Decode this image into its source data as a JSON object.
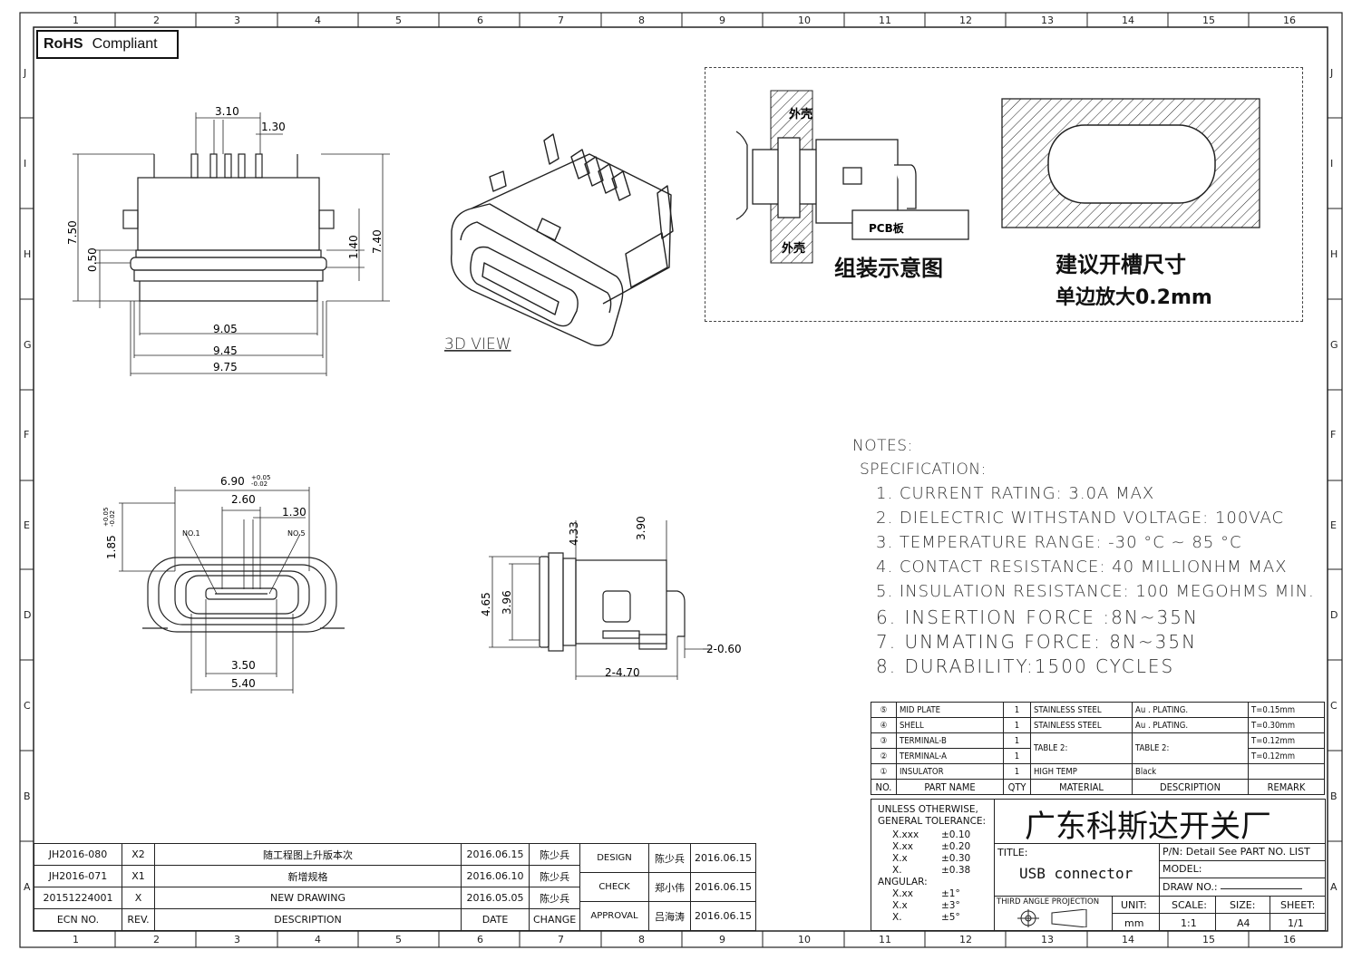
{
  "badge": {
    "rohs_bold": "RoHS",
    "rohs_text": "Compliant"
  },
  "grid": {
    "cols": [
      "1",
      "2",
      "3",
      "4",
      "5",
      "6",
      "7",
      "8",
      "9",
      "10",
      "11",
      "12",
      "13",
      "14",
      "15",
      "16"
    ],
    "rows": [
      "J",
      "I",
      "H",
      "G",
      "F",
      "E",
      "D",
      "C",
      "B",
      "A"
    ]
  },
  "views": {
    "top": {
      "d1": "3.10",
      "d2": "1.30",
      "h1": "7.50",
      "h2": "0.50",
      "h3": "1.40",
      "h4": "7.40",
      "w1": "9.05",
      "w2": "9.45",
      "w3": "9.75"
    },
    "iso_label": "3D VIEW",
    "front": {
      "w1": "6.90",
      "tol1a": "+0.05",
      "tol1b": "-0.02",
      "w2": "2.60",
      "w3": "1.30",
      "h1": "1.85",
      "tol2a": "+0.05",
      "tol2b": "-0.02",
      "pin1": "NO.1",
      "pin5": "NO.5",
      "b1": "3.50",
      "b2": "5.40"
    },
    "side": {
      "t1": "4.33",
      "t2": "3.90",
      "h1": "4.65",
      "h2": "3.96",
      "d1": "2-0.60",
      "d2": "2-4.70"
    }
  },
  "detail": {
    "shell_top": "外壳",
    "shell_bottom": "外壳",
    "pcb": "PCB板",
    "assembly_caption": "组装示意图",
    "slot_caption1": "建议开槽尺寸",
    "slot_caption2": "单边放大0.2mm"
  },
  "notes": {
    "title": "NOTES:",
    "subtitle": "SPECIFICATION:",
    "items": [
      "1. CURRENT RATING: 3.0A MAX",
      "2. DIELECTRIC WITHSTAND VOLTAGE: 100VAC",
      "3. TEMPERATURE RANGE: -30 °C ~ 85 °C",
      "4. CONTACT RESISTANCE: 40 MILLIONHM MAX",
      "5. INSULATION RESISTANCE: 100 MEGOHMS MIN.",
      "6. INSERTION FORCE :8N~35N",
      "7. UNMATING FORCE: 8N~35N",
      "8. DURABILITY:1500 CYCLES"
    ]
  },
  "bom": {
    "rows": [
      {
        "no": "⑤",
        "part": "MID PLATE",
        "qty": "1",
        "material": "STAINLESS STEEL",
        "desc": "Au . PLATING.",
        "remark": "T=0.15mm"
      },
      {
        "no": "④",
        "part": "SHELL",
        "qty": "1",
        "material": "STAINLESS STEEL",
        "desc": "Au . PLATING.",
        "remark": "T=0.30mm"
      },
      {
        "no": "③",
        "part": "TERMINAL-B",
        "qty": "1",
        "material": "TABLE 2:",
        "desc": "TABLE 2:",
        "remark": "T=0.12mm"
      },
      {
        "no": "②",
        "part": "TERMINAL-A",
        "qty": "1",
        "material": "",
        "desc": "",
        "remark": "T=0.12mm"
      },
      {
        "no": "①",
        "part": "INSULATOR",
        "qty": "1",
        "material": "HIGH TEMP",
        "desc": "Black",
        "remark": ""
      }
    ],
    "header": {
      "no": "NO.",
      "part": "PART NAME",
      "qty": "QTY",
      "material": "MATERIAL",
      "desc": "DESCRIPTION",
      "remark": "REMARK"
    }
  },
  "title_block": {
    "tol_title1": "UNLESS OTHERWISE,",
    "tol_title2": "GENERAL TOLERANCE:",
    "tolerances": [
      {
        "k": "X.xxx",
        "v": "±0.10"
      },
      {
        "k": "X.xx",
        "v": "±0.20"
      },
      {
        "k": "X.x",
        "v": "±0.30"
      },
      {
        "k": "X.",
        "v": "±0.38"
      }
    ],
    "angular_title": "ANGULAR:",
    "angular": [
      {
        "k": "X.xx",
        "v": "±1°"
      },
      {
        "k": "X.x",
        "v": "±3°"
      },
      {
        "k": "X.",
        "v": "±5°"
      }
    ],
    "company": "广东科斯达开关厂",
    "title_label": "TITLE:",
    "title_value": "USB connector",
    "pn": "P/N: Detail See PART NO. LIST",
    "model": "MODEL:",
    "draw_no": "DRAW NO.:",
    "projection": "THIRD ANGLE PROJECTION",
    "unit_label": "UNIT:",
    "unit_value": "mm",
    "scale_label": "SCALE:",
    "scale_value": "1:1",
    "size_label": "SIZE:",
    "size_value": "A4",
    "sheet_label": "SHEET:",
    "sheet_value": "1/1"
  },
  "revisions": {
    "rows": [
      {
        "ecn": "JH2016-080",
        "rev": "X2",
        "desc": "随工程图上升版本次",
        "date": "2016.06.15",
        "change": "陈少兵"
      },
      {
        "ecn": "JH2016-071",
        "rev": "X1",
        "desc": "新增规格",
        "date": "2016.06.10",
        "change": "陈少兵"
      },
      {
        "ecn": "20151224001",
        "rev": "X",
        "desc": "NEW DRAWING",
        "date": "2016.05.05",
        "change": "陈少兵"
      }
    ],
    "header": {
      "ecn": "ECN NO.",
      "rev": "REV.",
      "desc": "DESCRIPTION",
      "date": "DATE",
      "change": "CHANGE"
    },
    "approvals": [
      {
        "role": "DESIGN",
        "name": "陈少兵",
        "date": "2016.06.15"
      },
      {
        "role": "CHECK",
        "name": "郑小伟",
        "date": "2016.06.15"
      },
      {
        "role": "APPROVAL",
        "name": "吕海涛",
        "date": "2016.06.15"
      }
    ]
  }
}
